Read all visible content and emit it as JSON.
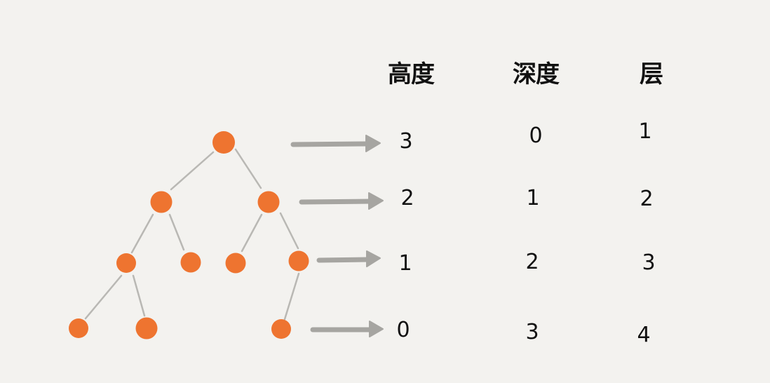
{
  "headers": {
    "height": "高度",
    "depth": "深度",
    "level": "层"
  },
  "rows": [
    {
      "height": "3",
      "depth": "0",
      "level": "1"
    },
    {
      "height": "2",
      "depth": "1",
      "level": "2"
    },
    {
      "height": "1",
      "depth": "2",
      "level": "3"
    },
    {
      "height": "0",
      "depth": "3",
      "level": "4"
    }
  ],
  "colors": {
    "background": "#f3f2ef",
    "node": "#ee7430",
    "edge": "#b9b8b4",
    "arrow": "#a6a5a1",
    "text": "#111111"
  },
  "tree": {
    "nodes": [
      {
        "id": "root",
        "level": 1
      },
      {
        "id": "L2a",
        "level": 2
      },
      {
        "id": "L2b",
        "level": 2
      },
      {
        "id": "L3a",
        "level": 3
      },
      {
        "id": "L3b",
        "level": 3
      },
      {
        "id": "L3c",
        "level": 3
      },
      {
        "id": "L3d",
        "level": 3
      },
      {
        "id": "L4a",
        "level": 4
      },
      {
        "id": "L4b",
        "level": 4
      },
      {
        "id": "L4c",
        "level": 4
      }
    ],
    "edges": [
      [
        "root",
        "L2a"
      ],
      [
        "root",
        "L2b"
      ],
      [
        "L2a",
        "L3a"
      ],
      [
        "L2a",
        "L3b"
      ],
      [
        "L2b",
        "L3c"
      ],
      [
        "L2b",
        "L3d"
      ],
      [
        "L3a",
        "L4a"
      ],
      [
        "L3a",
        "L4b"
      ],
      [
        "L3d",
        "L4c"
      ]
    ]
  }
}
